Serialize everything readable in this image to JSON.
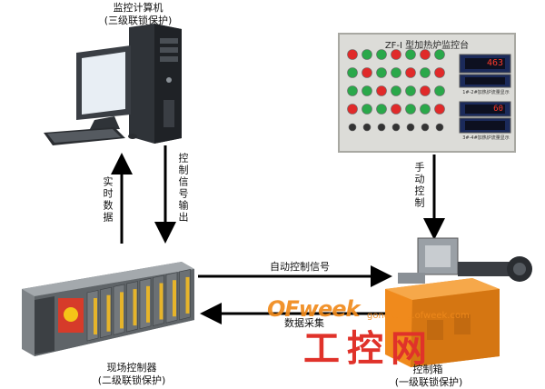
{
  "computer": {
    "title": "监控计算机",
    "subtitle": "(三级联锁保护)"
  },
  "panel": {
    "title": "ZF-I 型加热炉监控台",
    "display_upper": "1#-2#加热炉流量显示",
    "display_lower": "3#-4#加热炉流量显示",
    "readout_upper": "463",
    "readout_lower": "60"
  },
  "arrows": {
    "realtime_data": "实时数据",
    "control_output": "控制信号输出",
    "manual_control": "手动控制",
    "auto_control": "自动控制信号",
    "data_collection": "数据采集"
  },
  "controller": {
    "title": "现场控制器",
    "subtitle": "(二级联锁保护)"
  },
  "control_box": {
    "title": "控制箱",
    "subtitle": "(一级联锁保护)"
  },
  "watermark": {
    "brand": "OFweek",
    "site": "gongkong.ofweek.com",
    "big": "工控网"
  },
  "colors": {
    "arrow": "#000000",
    "watermark_red": "#e0322a",
    "watermark_orange": "#f08a1c",
    "box_orange": "#f08a1c"
  }
}
